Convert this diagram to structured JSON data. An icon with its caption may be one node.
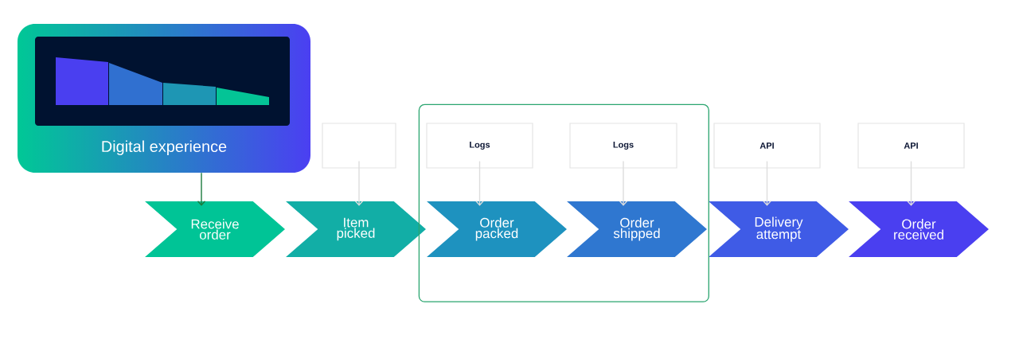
{
  "diagram": {
    "nodes": [
      {
        "text": [
          "Digital experience"
        ]
      },
      {
        "text": [],
        "shape": "box"
      },
      {
        "text": [],
        "shape": "box"
      },
      {
        "text": [
          "Logs"
        ],
        "in": 2
      },
      {
        "text": [
          "Logs"
        ],
        "in": 2
      },
      {
        "text": [
          "API"
        ]
      },
      {
        "text": [
          "API"
        ]
      },
      {
        "text": [
          "Receive order"
        ]
      },
      {
        "text": [
          "Item picked"
        ]
      },
      {
        "text": [
          "Order packed"
        ],
        "in": 2
      },
      {
        "text": [
          "Order shipped"
        ],
        "in": 2
      },
      {
        "text": [
          "Delivery attempt"
        ]
      },
      {
        "text": [
          "Order received"
        ]
      }
    ],
    "edges": [
      {
        "from": 0,
        "to": 7,
        "arrow": "to",
        "color": "#1b7a3c"
      },
      {
        "from": 1,
        "to": 8,
        "arrow": "to"
      },
      {
        "from": 3,
        "to": 9,
        "arrow": "to"
      },
      {
        "from": 4,
        "to": 10,
        "arrow": "to"
      },
      {
        "from": 5,
        "to": 11,
        "arrow": "to"
      },
      {
        "from": 6,
        "to": 12,
        "arrow": "to"
      }
    ]
  }
}
